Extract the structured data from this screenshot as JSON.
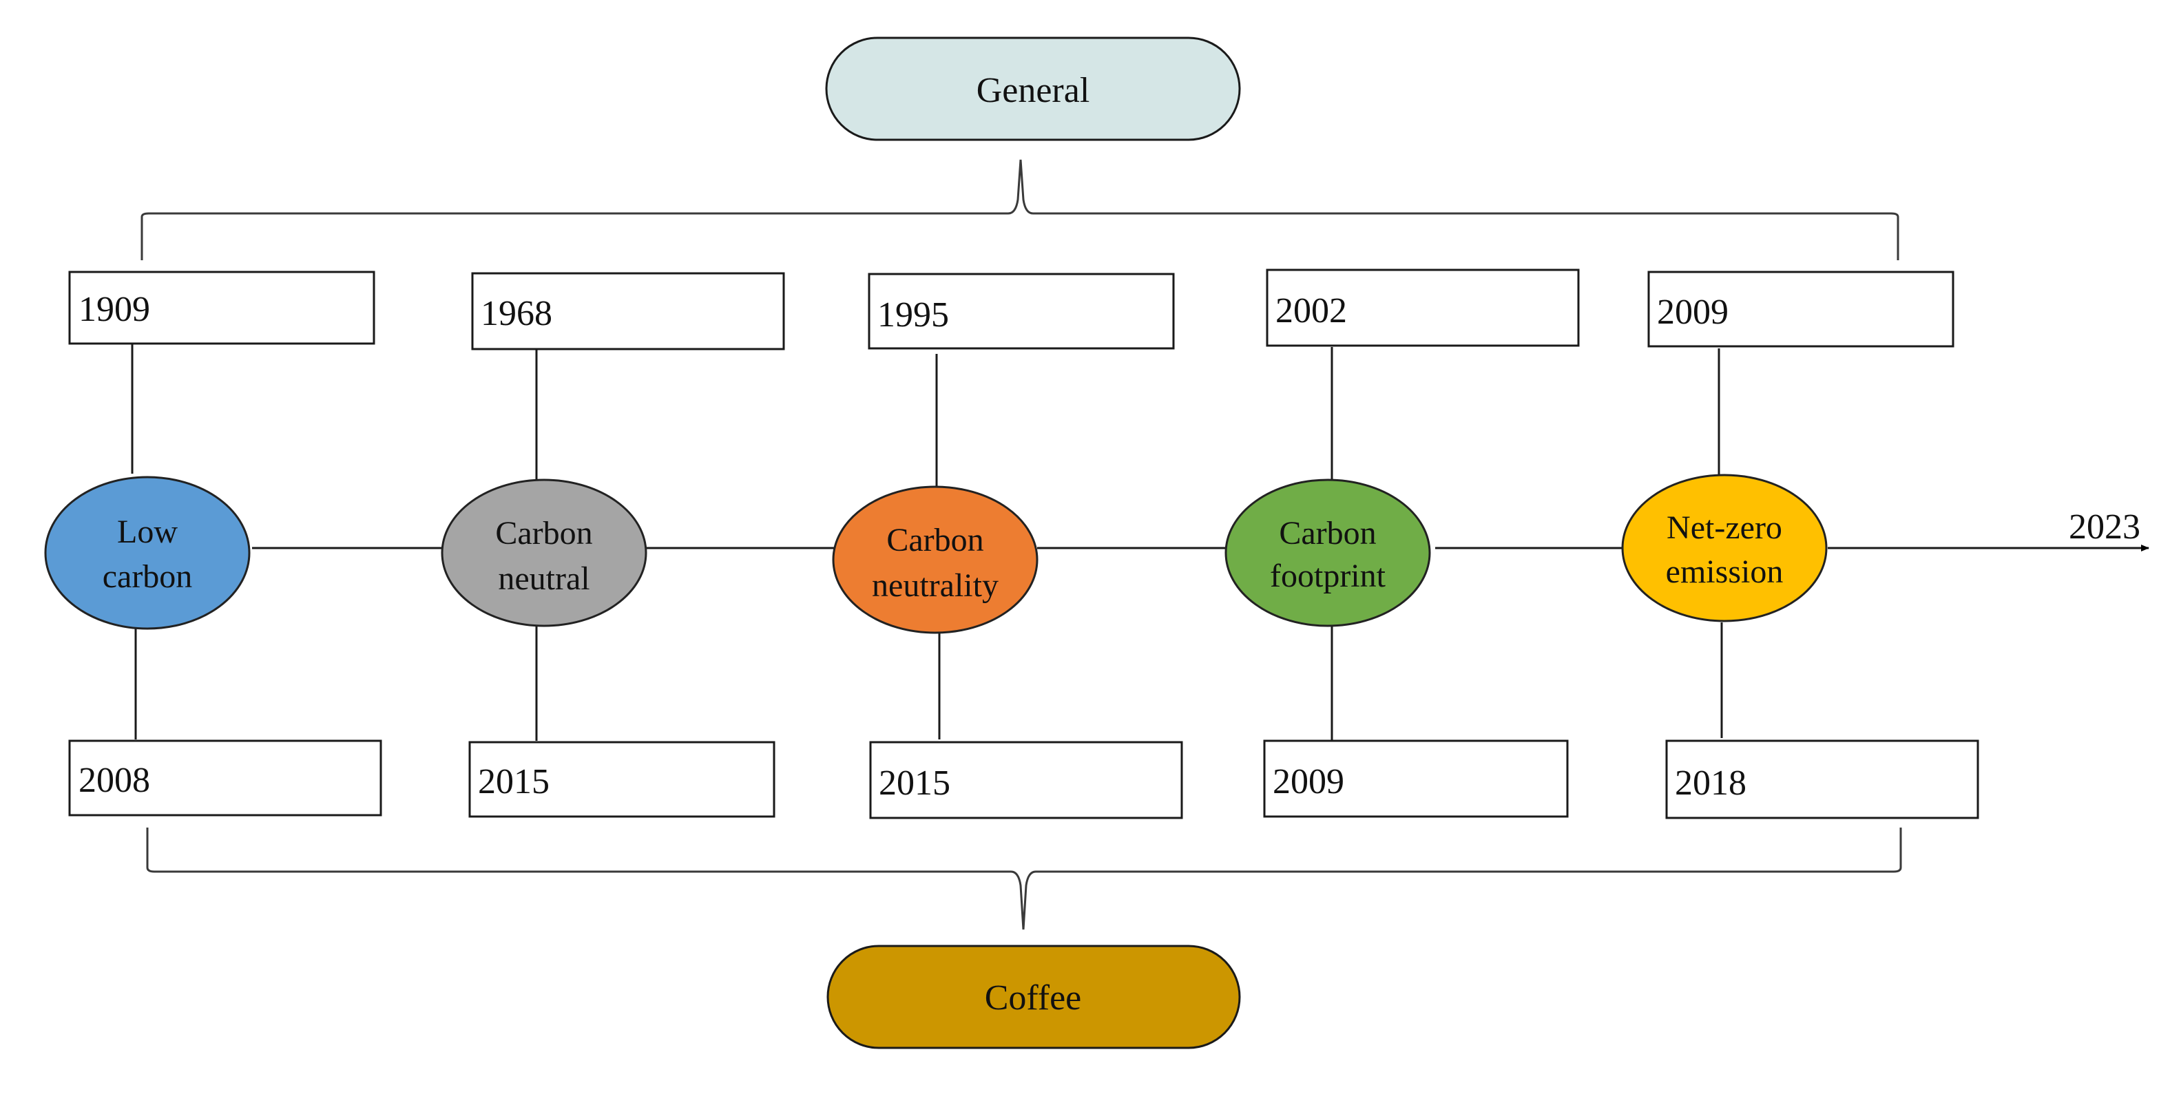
{
  "top_pill": {
    "label": "General",
    "fill": "#d5e6e6"
  },
  "bottom_pill": {
    "label": "Coffee",
    "fill": "#cc9600"
  },
  "end_year": "2023",
  "nodes": [
    {
      "name": "low-carbon",
      "lines": [
        "Low",
        "carbon"
      ],
      "fill": "#5b9bd5",
      "top_year": "1909",
      "bottom_year": "2008"
    },
    {
      "name": "carbon-neutral",
      "lines": [
        "Carbon",
        "neutral"
      ],
      "fill": "#a5a5a5",
      "top_year": "1968",
      "bottom_year": "2015"
    },
    {
      "name": "carbon-neutrality",
      "lines": [
        "Carbon",
        "neutrality"
      ],
      "fill": "#ed7d31",
      "top_year": "1995",
      "bottom_year": "2015"
    },
    {
      "name": "carbon-footprint",
      "lines": [
        "Carbon",
        "footprint"
      ],
      "fill": "#70ad47",
      "top_year": "2002",
      "bottom_year": "2009"
    },
    {
      "name": "net-zero-emission",
      "lines": [
        "Net-zero",
        "emission"
      ],
      "fill": "#ffc000",
      "top_year": "2009",
      "bottom_year": "2018"
    }
  ]
}
